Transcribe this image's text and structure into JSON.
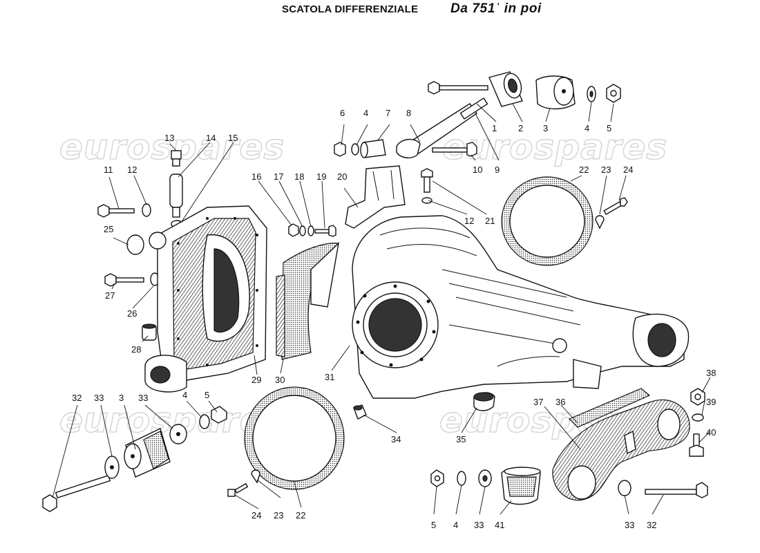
{
  "header": {
    "title": "SCATOLA DIFFERENZIALE",
    "range": "Da 751ˈ in poi"
  },
  "watermarks": [
    "eurospares",
    "eurospares",
    "eurospares",
    "eurospares"
  ],
  "callouts": [
    {
      "id": "c1",
      "n": "1"
    },
    {
      "id": "c2",
      "n": "2"
    },
    {
      "id": "c3",
      "n": "3"
    },
    {
      "id": "c4",
      "n": "4"
    },
    {
      "id": "c5",
      "n": "5"
    },
    {
      "id": "c6",
      "n": "6"
    },
    {
      "id": "c4b",
      "n": "4"
    },
    {
      "id": "c7",
      "n": "7"
    },
    {
      "id": "c8",
      "n": "8"
    },
    {
      "id": "c9",
      "n": "9"
    },
    {
      "id": "c10",
      "n": "10"
    },
    {
      "id": "c13",
      "n": "13"
    },
    {
      "id": "c14",
      "n": "14"
    },
    {
      "id": "c15",
      "n": "15"
    },
    {
      "id": "c11",
      "n": "11"
    },
    {
      "id": "c12",
      "n": "12"
    },
    {
      "id": "c16",
      "n": "16"
    },
    {
      "id": "c17",
      "n": "17"
    },
    {
      "id": "c18",
      "n": "18"
    },
    {
      "id": "c19",
      "n": "19"
    },
    {
      "id": "c20",
      "n": "20"
    },
    {
      "id": "c12b",
      "n": "12"
    },
    {
      "id": "c21",
      "n": "21"
    },
    {
      "id": "c22",
      "n": "22"
    },
    {
      "id": "c23",
      "n": "23"
    },
    {
      "id": "c24",
      "n": "24"
    },
    {
      "id": "c25",
      "n": "25"
    },
    {
      "id": "c27",
      "n": "27"
    },
    {
      "id": "c26",
      "n": "26"
    },
    {
      "id": "c28",
      "n": "28"
    },
    {
      "id": "c29",
      "n": "29"
    },
    {
      "id": "c30",
      "n": "30"
    },
    {
      "id": "c31",
      "n": "31"
    },
    {
      "id": "c32",
      "n": "32"
    },
    {
      "id": "c33",
      "n": "33"
    },
    {
      "id": "c3b",
      "n": "3"
    },
    {
      "id": "c33b",
      "n": "33"
    },
    {
      "id": "c4c",
      "n": "4"
    },
    {
      "id": "c5b",
      "n": "5"
    },
    {
      "id": "c34",
      "n": "34"
    },
    {
      "id": "c35",
      "n": "35"
    },
    {
      "id": "c24b",
      "n": "24"
    },
    {
      "id": "c23b",
      "n": "23"
    },
    {
      "id": "c22b",
      "n": "22"
    },
    {
      "id": "c37",
      "n": "37"
    },
    {
      "id": "c36",
      "n": "36"
    },
    {
      "id": "c38",
      "n": "38"
    },
    {
      "id": "c39",
      "n": "39"
    },
    {
      "id": "c40",
      "n": "40"
    },
    {
      "id": "c5c",
      "n": "5"
    },
    {
      "id": "c4d",
      "n": "4"
    },
    {
      "id": "c33c",
      "n": "33"
    },
    {
      "id": "c41",
      "n": "41"
    },
    {
      "id": "c33d",
      "n": "33"
    },
    {
      "id": "c32b",
      "n": "32"
    }
  ]
}
